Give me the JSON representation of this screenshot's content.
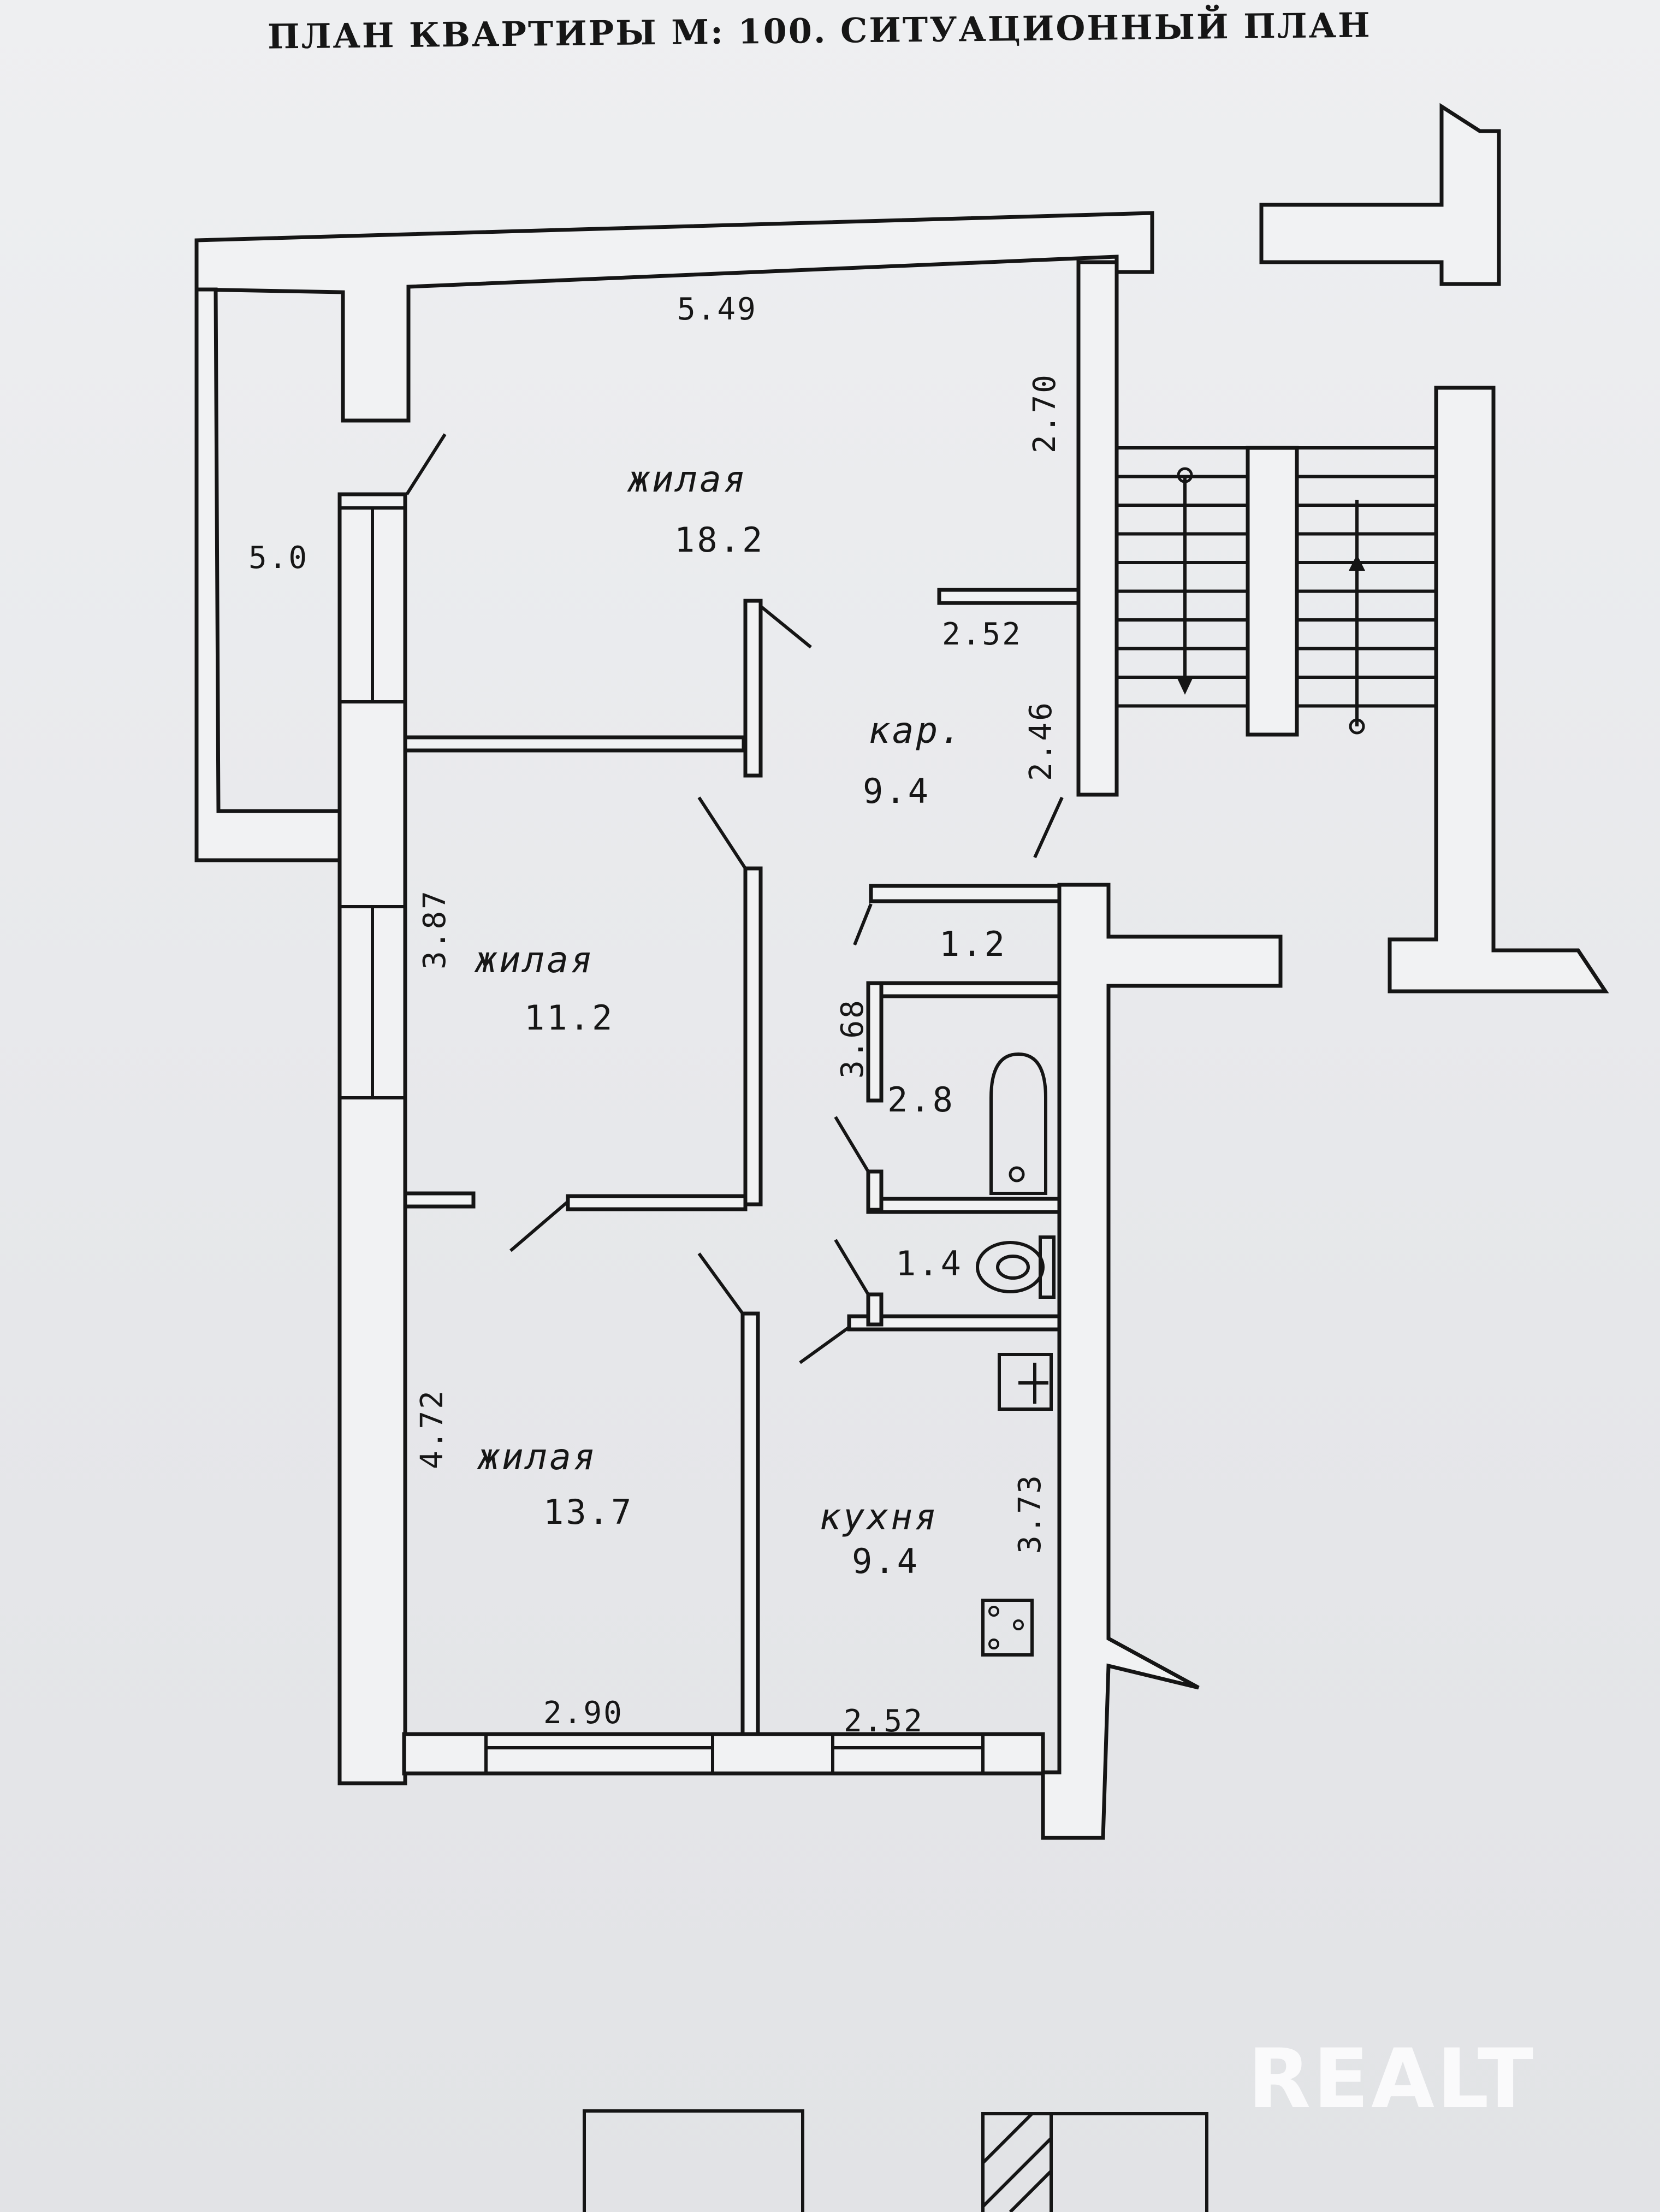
{
  "title": "ПЛАН КВАРТИРЫ М: 100. СИТУАЦИОННЫЙ ПЛАН",
  "rooms": {
    "living1": {
      "label": "жилая",
      "area": "18.2"
    },
    "corridor": {
      "label": "кар.",
      "area": "9.4"
    },
    "living2": {
      "label": "жилая",
      "area": "11.2"
    },
    "living3": {
      "label": "жилая",
      "area": "13.7"
    },
    "kitchen": {
      "label": "кухня",
      "area": "9.4"
    },
    "small1": {
      "area": "1.2"
    },
    "bath": {
      "area": "2.8"
    },
    "wc": {
      "area": "1.4"
    }
  },
  "dims": {
    "top_width": "5.49",
    "balcony_len": "5.0",
    "right_h1": "2.70",
    "corr_w": "2.52",
    "corr_h": "2.46",
    "left_mid": "3.87",
    "bath_h": "3.68",
    "left_low": "4.72",
    "kitchen_h": "3.73",
    "bottom_left": "2.90",
    "bottom_right": "2.52"
  },
  "watermark": "REALT"
}
